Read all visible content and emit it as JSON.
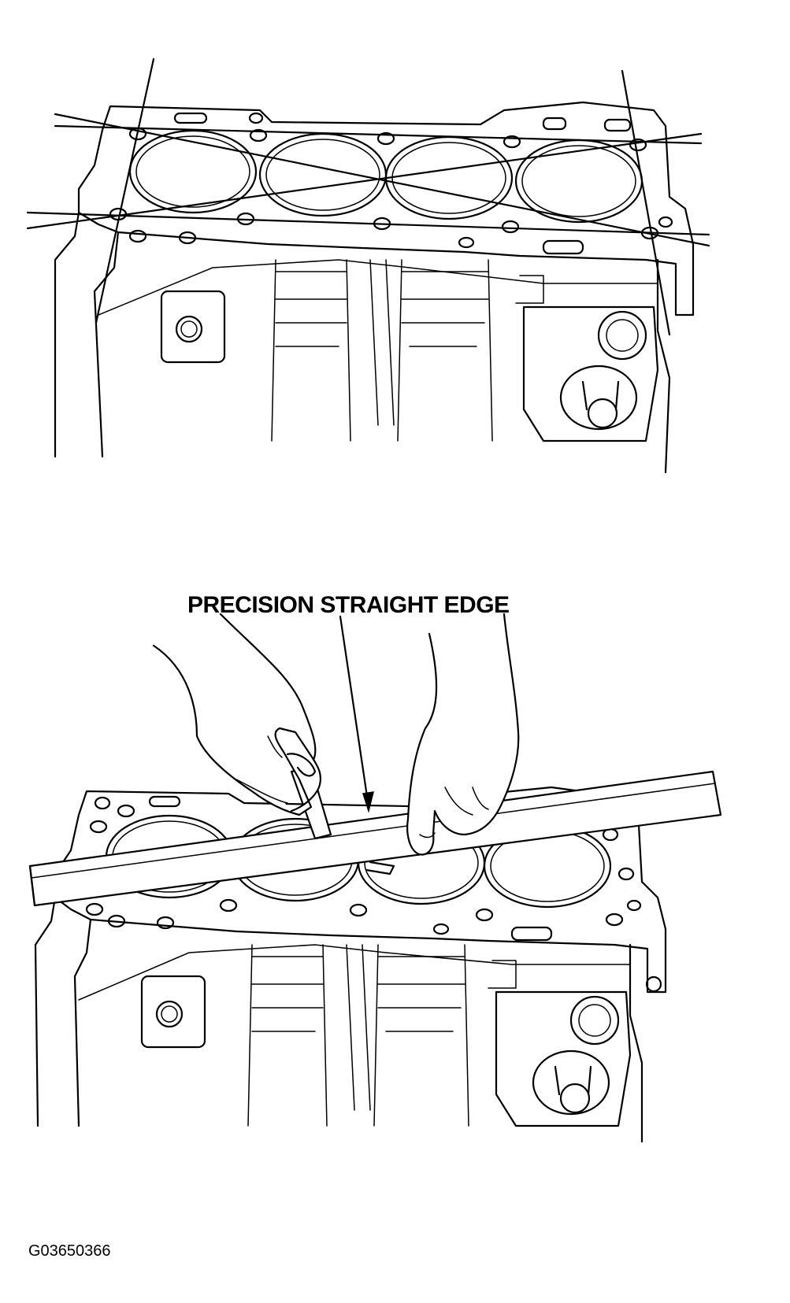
{
  "diagram": {
    "callout_label": "PRECISION STRAIGHT EDGE",
    "figure_id": "G03650366",
    "top_view": {
      "subject": "engine block deck surface with head gasket",
      "cylinder_bores": 4,
      "measurement_lines": "diagonal, longitudinal and transverse check lines"
    },
    "bottom_view": {
      "subject": "checking deck flatness with straight edge and feeler gauge",
      "cylinder_bores": 4
    }
  }
}
